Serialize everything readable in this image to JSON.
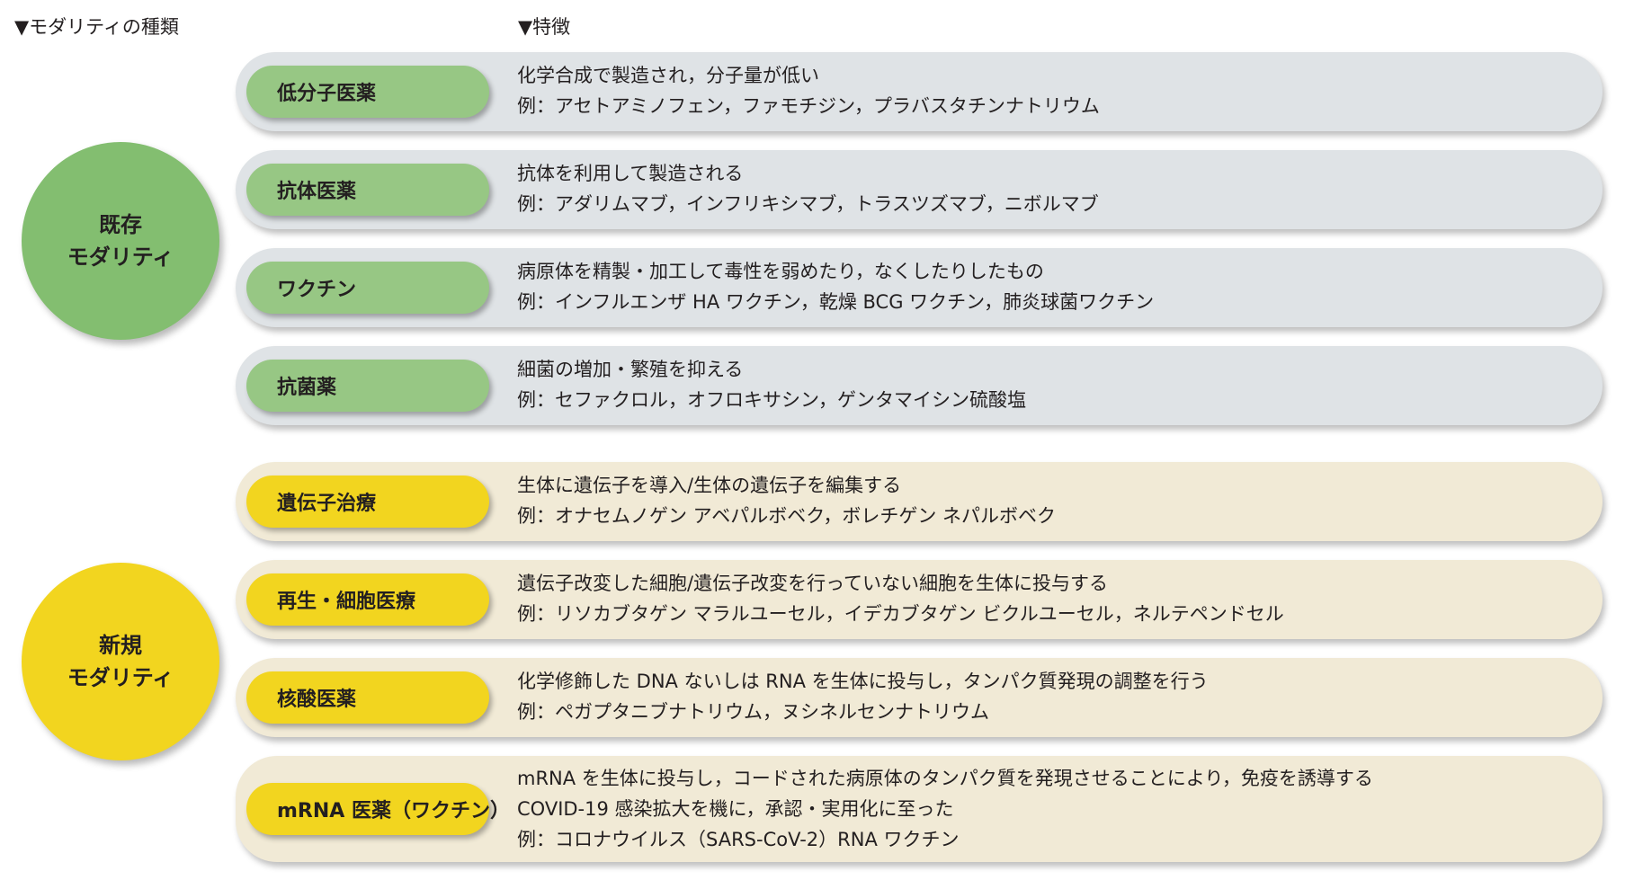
{
  "headers": {
    "modality_type": "▼モダリティの種類",
    "features": "▼特徴"
  },
  "groups": {
    "existing": {
      "line1": "既存",
      "line2": "モダリティ",
      "color": "#83be70"
    },
    "new": {
      "line1": "新規",
      "line2": "モダリティ",
      "color": "#f2d51f"
    }
  },
  "rows": [
    {
      "name": "低分子医薬",
      "group": "existing",
      "lines": [
        "化学合成で製造され，分子量が低い",
        "例：アセトアミノフェン，ファモチジン，プラバスタチンナトリウム"
      ]
    },
    {
      "name": "抗体医薬",
      "group": "existing",
      "lines": [
        "抗体を利用して製造される",
        "例：アダリムマブ，インフリキシマブ，トラスツズマブ，ニボルマブ"
      ]
    },
    {
      "name": "ワクチン",
      "group": "existing",
      "lines": [
        "病原体を精製・加工して毒性を弱めたり，なくしたりしたもの",
        "例：インフルエンザ HA ワクチン，乾燥 BCG ワクチン，肺炎球菌ワクチン"
      ]
    },
    {
      "name": "抗菌薬",
      "group": "existing",
      "lines": [
        "細菌の増加・繁殖を抑える",
        "例：セファクロル，オフロキサシン，ゲンタマイシン硫酸塩"
      ]
    },
    {
      "name": "遺伝子治療",
      "group": "new",
      "lines": [
        "生体に遺伝子を導入/生体の遺伝子を編集する",
        "例：オナセムノゲン アベパルボベク，ボレチゲン ネパルボベク"
      ]
    },
    {
      "name": "再生・細胞医療",
      "group": "new",
      "lines": [
        "遺伝子改変した細胞/遺伝子改変を行っていない細胞を生体に投与する",
        "例：リソカブタゲン マラルユーセル，イデカブタゲン ビクルユーセル，ネルテペンドセル"
      ]
    },
    {
      "name": "核酸医薬",
      "group": "new",
      "lines": [
        "化学修飾した DNA ないしは RNA を生体に投与し，タンパク質発現の調整を行う",
        "例：ペガプタニブナトリウム，ヌシネルセンナトリウム"
      ]
    },
    {
      "name": "mRNA 医薬（ワクチン）",
      "group": "new",
      "lines": [
        "mRNA を生体に投与し，コードされた病原体のタンパク質を発現させることにより，免疫を誘導する",
        "COVID-19 感染拡大を機に，承認・実用化に至った",
        "例：コロナウイルス（SARS-CoV-2）RNA ワクチン"
      ]
    }
  ]
}
